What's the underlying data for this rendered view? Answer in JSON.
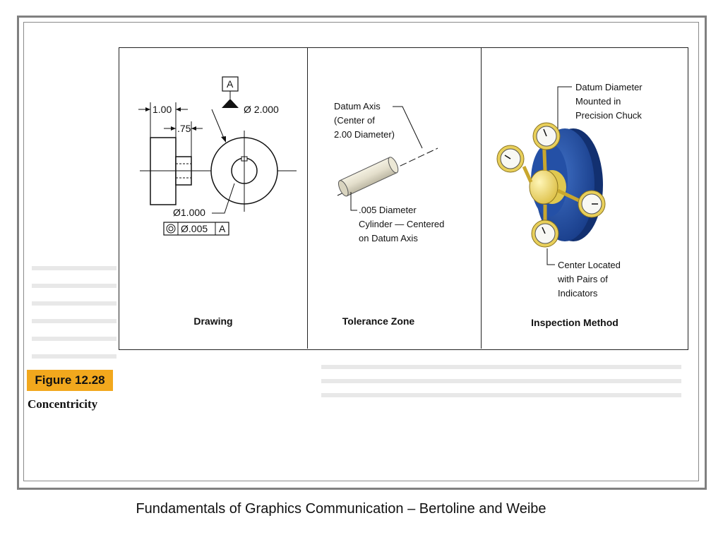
{
  "figure": {
    "number": "Figure 12.28",
    "name": "Concentricity"
  },
  "panels": [
    {
      "title": "Drawing"
    },
    {
      "title": "Tolerance Zone"
    },
    {
      "title": "Inspection Method"
    }
  ],
  "drawing": {
    "dim_overall": "1.00",
    "dim_hub": ".75",
    "datum_letter": "A",
    "datum_diameter": "Ø 2.000",
    "hub_diameter": "Ø1.000",
    "fcf_tolerance": "Ø.005",
    "fcf_datum": "A"
  },
  "tolerance_zone": {
    "callout_axis": [
      "Datum Axis",
      "(Center of",
      "2.00 Diameter)"
    ],
    "callout_cylinder": [
      ".005 Diameter",
      "Cylinder — Centered",
      "on Datum Axis"
    ]
  },
  "inspection": {
    "callout_chuck": [
      "Datum Diameter",
      "Mounted in",
      "Precision Chuck"
    ],
    "callout_center": [
      "Center Located",
      "with Pairs of",
      "Indicators"
    ]
  },
  "footer": "Fundamentals of Graphics Communication – Bertoline and Weibe"
}
